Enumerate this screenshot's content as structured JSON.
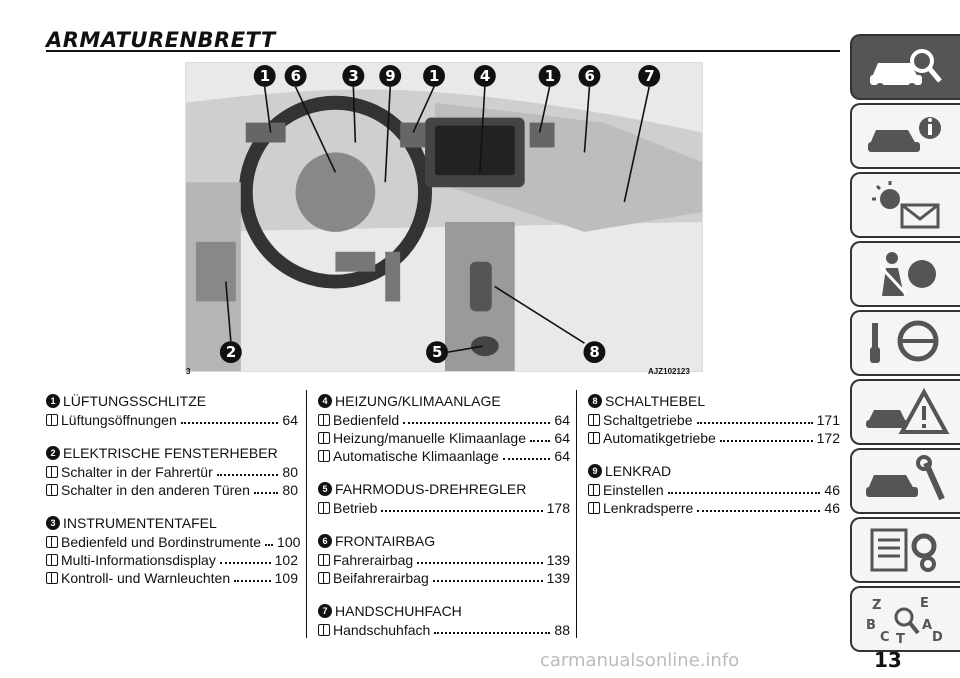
{
  "header": {
    "title": "ARMATURENBRETT"
  },
  "figure": {
    "number": "3",
    "code": "AJZ102123",
    "callouts": [
      "1",
      "6",
      "3",
      "9",
      "1",
      "4",
      "1",
      "6",
      "7",
      "2",
      "5",
      "8"
    ]
  },
  "sections": [
    {
      "num": "1",
      "title": "LÜFTUNGSSCHLITZE",
      "entries": [
        {
          "text": "Lüftungsöffnungen",
          "page": "64"
        }
      ]
    },
    {
      "num": "2",
      "title": "ELEKTRISCHE FENSTERHEBER",
      "entries": [
        {
          "text": "Schalter in der Fahrertür",
          "page": "80"
        },
        {
          "text": "Schalter in den anderen Türen",
          "page": "80"
        }
      ]
    },
    {
      "num": "3",
      "title": "INSTRUMENTENTAFEL",
      "entries": [
        {
          "text": "Bedienfeld und Bordinstrumente",
          "page": "100"
        },
        {
          "text": "Multi-Informationsdisplay",
          "page": "102"
        },
        {
          "text": "Kontroll- und Warnleuchten",
          "page": "109"
        }
      ]
    },
    {
      "num": "4",
      "title": "HEIZUNG/KLIMAANLAGE",
      "entries": [
        {
          "text": "Bedienfeld",
          "page": "64"
        },
        {
          "text": "Heizung/manuelle Klimaanlage",
          "page": "64"
        },
        {
          "text": "Automatische Klimaanlage",
          "page": "64"
        }
      ]
    },
    {
      "num": "5",
      "title": "FAHRMODUS-DREHREGLER",
      "entries": [
        {
          "text": "Betrieb",
          "page": "178"
        }
      ]
    },
    {
      "num": "6",
      "title": "FRONTAIRBAG",
      "entries": [
        {
          "text": "Fahrerairbag",
          "page": "139"
        },
        {
          "text": "Beifahrerairbag",
          "page": "139"
        }
      ]
    },
    {
      "num": "7",
      "title": "HANDSCHUHFACH",
      "entries": [
        {
          "text": "Handschuhfach",
          "page": "88"
        }
      ]
    },
    {
      "num": "8",
      "title": "SCHALTHEBEL",
      "entries": [
        {
          "text": "Schaltgetriebe",
          "page": "171"
        },
        {
          "text": "Automatikgetriebe",
          "page": "172"
        }
      ]
    },
    {
      "num": "9",
      "title": "LENKRAD",
      "entries": [
        {
          "text": "Einstellen",
          "page": "46"
        },
        {
          "text": "Lenkradsperre",
          "page": "46"
        }
      ]
    }
  ],
  "side_tabs": [
    {
      "icon": "car-search-icon"
    },
    {
      "icon": "car-info-icon"
    },
    {
      "icon": "warning-light-message-icon"
    },
    {
      "icon": "seatbelt-airbag-icon"
    },
    {
      "icon": "key-steering-wheel-icon"
    },
    {
      "icon": "car-crash-warning-icon"
    },
    {
      "icon": "car-wrench-icon"
    },
    {
      "icon": "specs-gear-icon"
    },
    {
      "icon": "index-letters-icon",
      "letters": [
        "Z",
        "E",
        "B",
        "A",
        "C",
        "T",
        "D"
      ]
    }
  ],
  "footer": {
    "page_number": "13",
    "watermark": "carmanualsonline.info"
  }
}
